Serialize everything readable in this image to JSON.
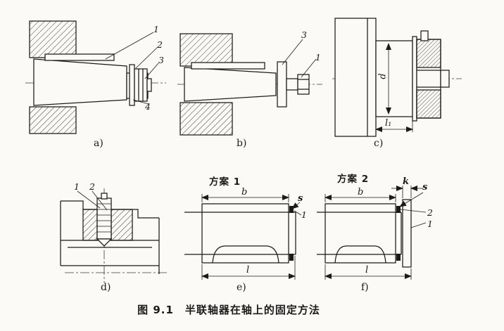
{
  "caption": "图 9.1　半联轴器在轴上的固定方法",
  "figures": {
    "a": {
      "label": "a)",
      "callout1": "1",
      "callout2": "2",
      "callout3": "3",
      "callout4": "4"
    },
    "b": {
      "label": "b)",
      "callout1": "1",
      "callout3": "3"
    },
    "c": {
      "label": "c)",
      "dim_d": "d",
      "dim_l1": "l₁"
    },
    "d": {
      "label": "d)",
      "callout1": "1",
      "callout2": "2"
    },
    "e": {
      "label": "e)",
      "scheme": "方案 1",
      "dim_b": "b",
      "dim_s": "s",
      "dim_l": "l",
      "callout1": "1"
    },
    "f": {
      "label": "f)",
      "scheme": "方案 2",
      "dim_b": "b",
      "dim_k": "k",
      "dim_s": "s",
      "dim_l": "l",
      "callout1": "1",
      "callout2": "2"
    }
  }
}
